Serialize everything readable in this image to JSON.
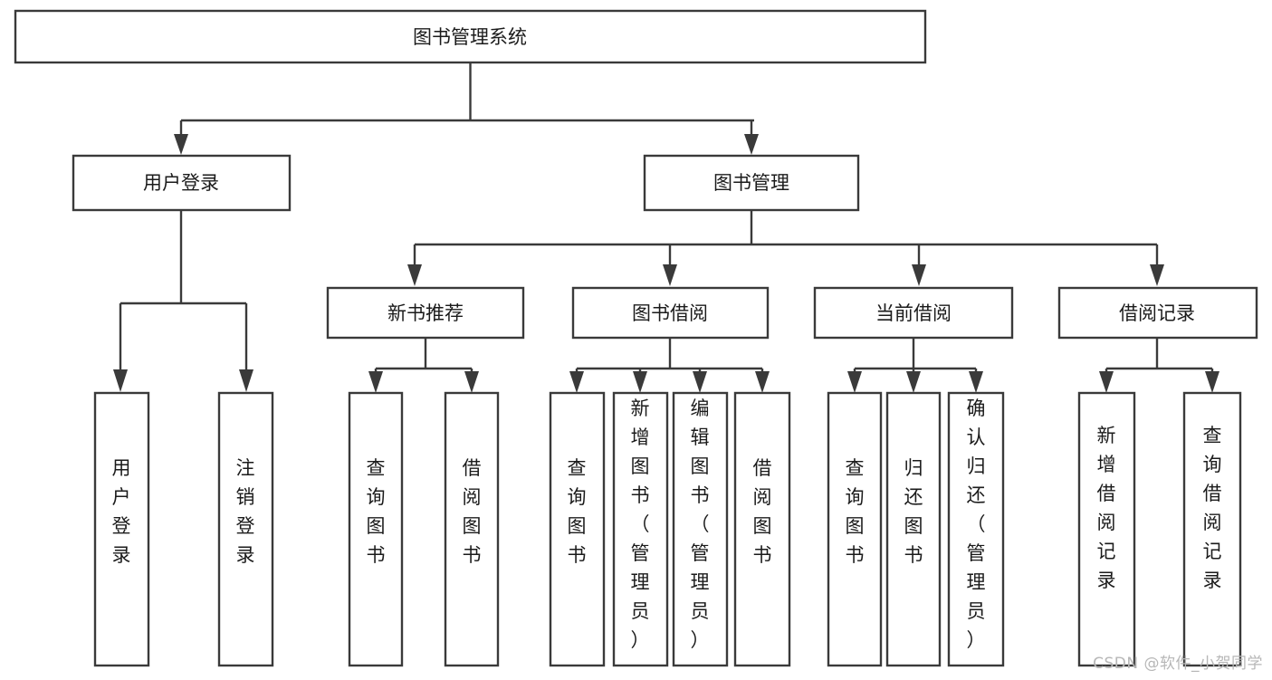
{
  "diagram": {
    "title": "图书管理系统",
    "type": "tree",
    "root": {
      "id": "root",
      "label": "图书管理系统"
    },
    "level2": [
      {
        "id": "user-login",
        "label": "用户登录"
      },
      {
        "id": "book-manage",
        "label": "图书管理"
      }
    ],
    "level3": [
      {
        "id": "new-book-rec",
        "label": "新书推荐"
      },
      {
        "id": "book-borrow",
        "label": "图书借阅"
      },
      {
        "id": "current-borrow",
        "label": "当前借阅"
      },
      {
        "id": "borrow-record",
        "label": "借阅记录"
      }
    ],
    "leaves": {
      "user_login": [
        {
          "id": "leaf-user-login",
          "label": "用户登录"
        },
        {
          "id": "leaf-logout",
          "label": "注销登录"
        }
      ],
      "new_book_rec": [
        {
          "id": "leaf-query-book-1",
          "label": "查询图书"
        },
        {
          "id": "leaf-borrow-book-1",
          "label": "借阅图书"
        }
      ],
      "book_borrow": [
        {
          "id": "leaf-query-book-2",
          "label": "查询图书"
        },
        {
          "id": "leaf-add-book",
          "label": "新增图书（管理员）"
        },
        {
          "id": "leaf-edit-book",
          "label": "编辑图书（管理员）"
        },
        {
          "id": "leaf-borrow-book-2",
          "label": "借阅图书"
        }
      ],
      "current_borrow": [
        {
          "id": "leaf-query-book-3",
          "label": "查询图书"
        },
        {
          "id": "leaf-return-book",
          "label": "归还图书"
        },
        {
          "id": "leaf-confirm-return",
          "label": "确认归还（管理员）"
        }
      ],
      "borrow_record": [
        {
          "id": "leaf-add-record",
          "label": "新增借阅记录"
        },
        {
          "id": "leaf-query-record",
          "label": "查询借阅记录"
        }
      ]
    }
  },
  "watermark": {
    "text": "CSDN @软件_小贺同学"
  },
  "colors": {
    "stroke": "#3a3a3a",
    "box_fill": "#ffffff",
    "text": "#1b1b1b",
    "watermark": "#b7b7b7",
    "background": "#ffffff"
  }
}
